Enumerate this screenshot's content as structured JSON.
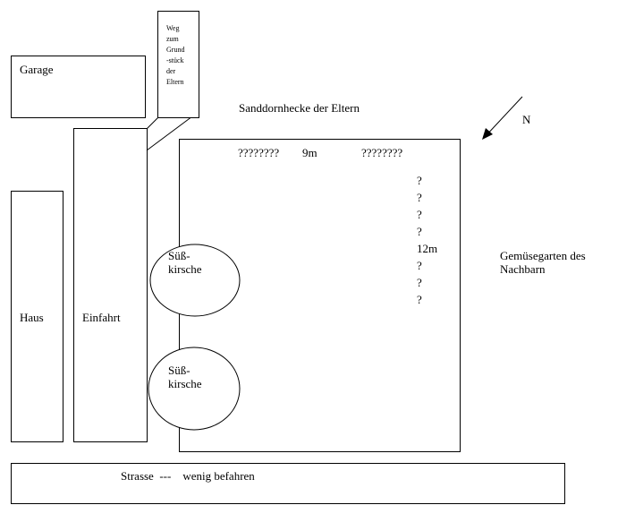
{
  "labels": {
    "garage": "Garage",
    "weg": [
      "Weg",
      "zum",
      "Grund",
      "-stück",
      "der",
      "Eltern"
    ],
    "haus": "Haus",
    "einfahrt": "Einfahrt",
    "cherry1": [
      "Süß-",
      "kirsche"
    ],
    "cherry2": [
      "Süß-",
      "kirsche"
    ],
    "hedge": "Sanddornhecke der Eltern",
    "north": "N",
    "neighbor": [
      "Gemüsegarten des",
      "Nachbarn"
    ],
    "street": "Strasse  ---    wenig befahren",
    "width_left": "????????",
    "width_value": "9m",
    "width_right": "????????",
    "length_marks": [
      "?",
      "?",
      "?",
      "?",
      "12m",
      "?",
      "?",
      "?"
    ]
  }
}
